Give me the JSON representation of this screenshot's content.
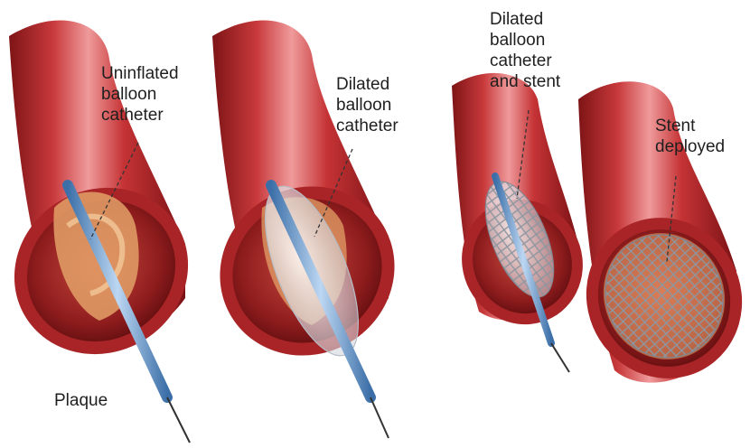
{
  "labels": {
    "uninflated": [
      "Uninflated",
      "balloon",
      "catheter"
    ],
    "dilated": [
      "Dilated",
      "balloon",
      "catheter"
    ],
    "dilated_stent": [
      "Dilated",
      "balloon",
      "catheter",
      "and stent"
    ],
    "deployed": [
      "Stent",
      "deployed"
    ],
    "plaque": "Plaque"
  },
  "colors": {
    "vessel_outer": "#b3262a",
    "vessel_highlight": "#e9898a",
    "vessel_inner": "#8c1a1c",
    "plaque": "#e3a067",
    "catheter": "#6f9fd1",
    "balloon": "#d9dde2",
    "stent": "#9aa2ac"
  }
}
